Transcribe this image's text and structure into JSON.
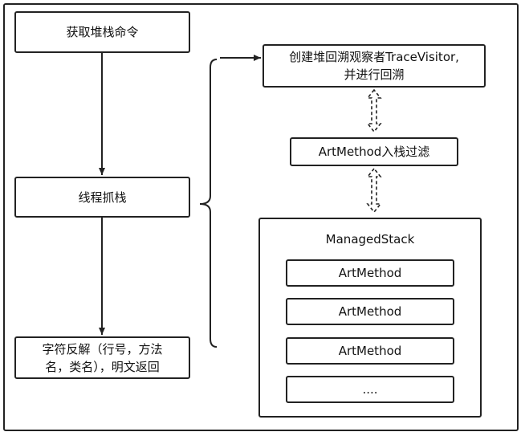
{
  "left_flow": {
    "step1": "获取堆栈命令",
    "step2": "线程抓栈",
    "step3_line1": "字符反解（行号，方法",
    "step3_line2": "名，类名），明文返回"
  },
  "right_flow": {
    "create_line1": "创建堆回溯观察者TraceVisitor,",
    "create_line2": "并进行回溯",
    "filter": "ArtMethod入栈过滤",
    "stack": {
      "title": "ManagedStack",
      "items": [
        "ArtMethod",
        "ArtMethod",
        "ArtMethod",
        "...."
      ]
    }
  }
}
